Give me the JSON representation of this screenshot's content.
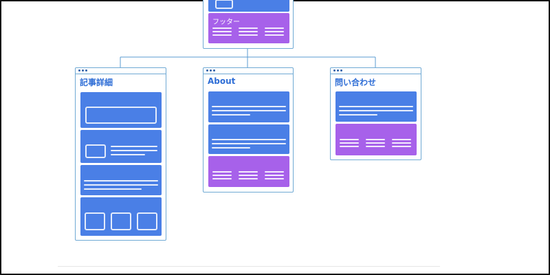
{
  "top_page": {
    "footer_label": "フッター"
  },
  "pages": {
    "article_detail": {
      "title": "記事詳細"
    },
    "about": {
      "title": "About"
    },
    "contact": {
      "title": "問い合わせ"
    }
  },
  "colors": {
    "content_block": "#4a7fe6",
    "footer_block": "#a761ea",
    "frame_border": "#6fa9d4",
    "title_text": "#2f6ed6",
    "connector_line": "#5a9bd0"
  }
}
